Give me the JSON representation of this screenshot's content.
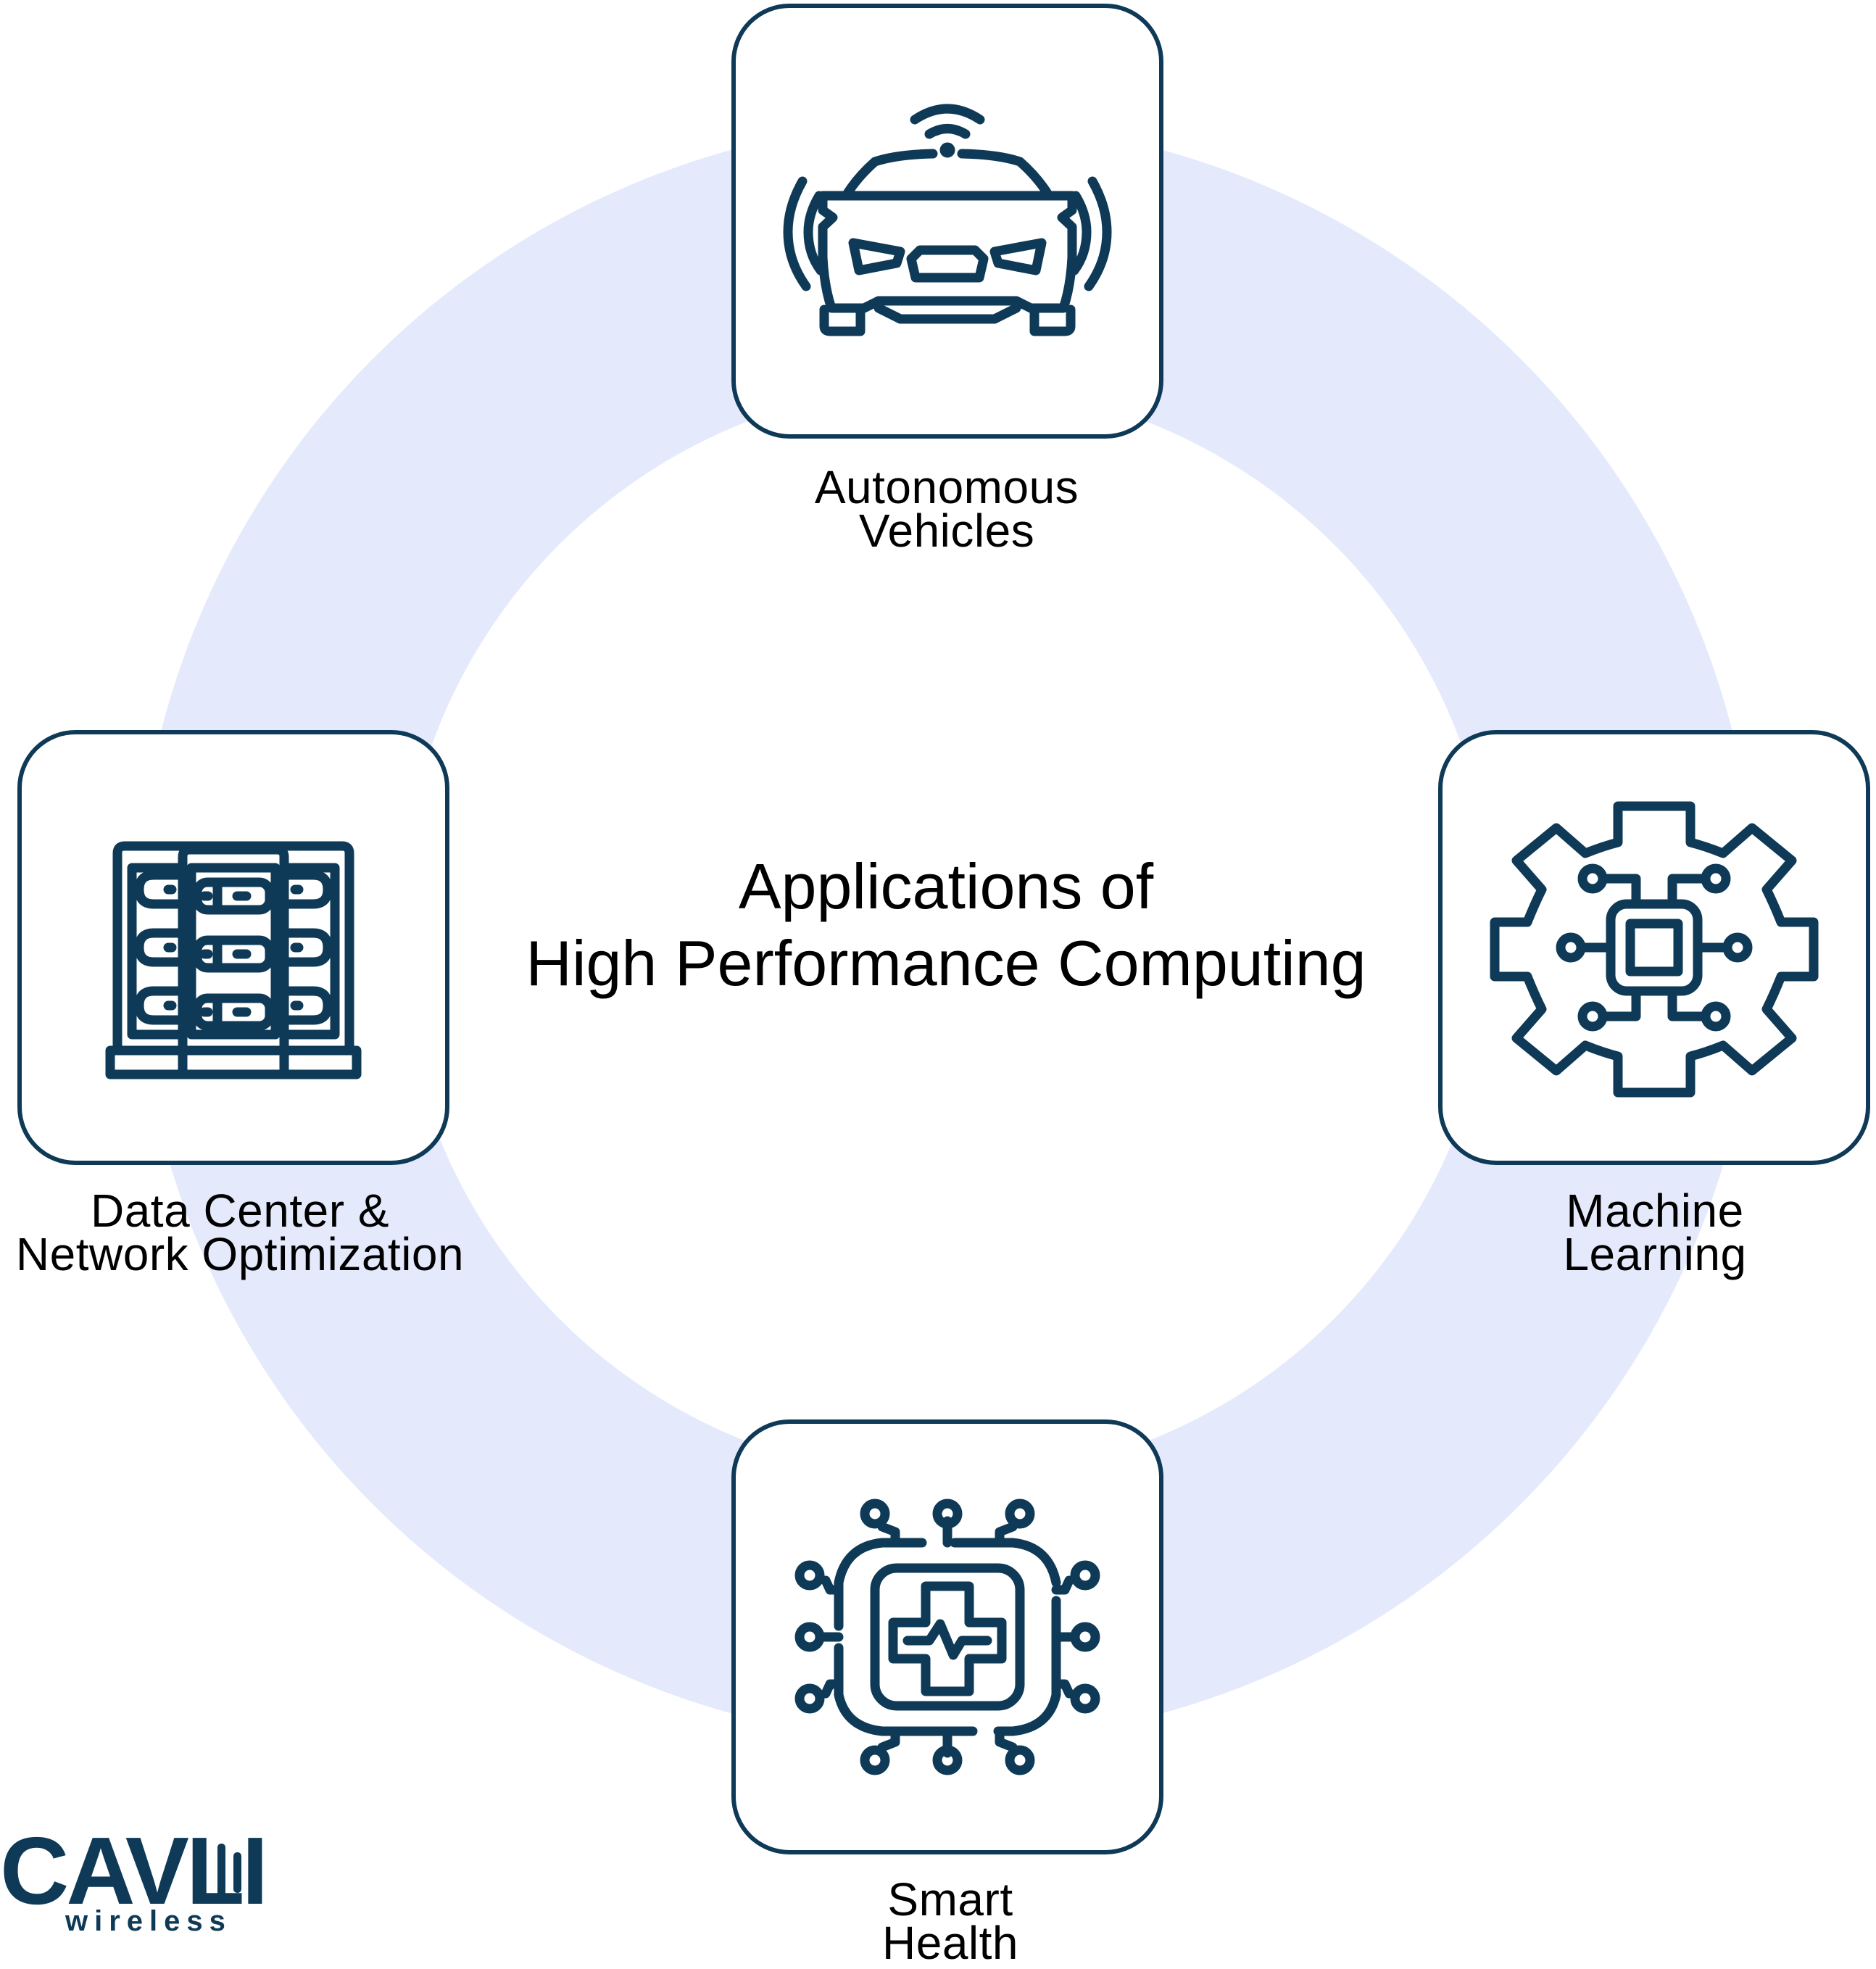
{
  "title": {
    "line1": "Applications of",
    "line2": "High Performance Computing"
  },
  "colors": {
    "ring": "#e4eafc",
    "accent": "#0e3a57",
    "text": "#000000",
    "background": "#ffffff"
  },
  "applications": [
    {
      "id": "autonomous-vehicles",
      "icon": "self-driving-car-icon",
      "line1": "Autonomous",
      "line2": "Vehicles",
      "position": "top"
    },
    {
      "id": "data-center",
      "icon": "server-rack-icon",
      "line1": "Data Center &",
      "line2": "Network Optimization",
      "position": "left"
    },
    {
      "id": "machine-learning",
      "icon": "gear-chip-icon",
      "line1": "Machine",
      "line2": "Learning",
      "position": "right"
    },
    {
      "id": "smart-health",
      "icon": "medical-chip-icon",
      "line1": "Smart",
      "line2": "Health",
      "position": "bottom"
    }
  ],
  "logo": {
    "brand": "CAVLI",
    "tagline": "wireless"
  }
}
